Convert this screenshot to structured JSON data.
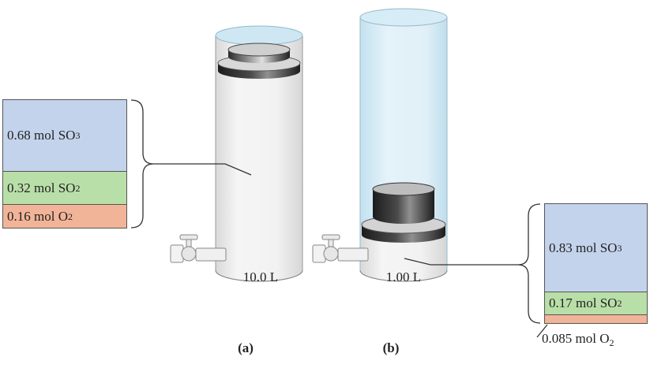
{
  "figure": {
    "a": {
      "caption": "(a)",
      "volume": "10.0 L",
      "mixture": [
        {
          "species": "SO3",
          "text": "0.68 mol SO",
          "subscript": "3"
        },
        {
          "species": "SO2",
          "text": "0.32 mol SO",
          "subscript": "2"
        },
        {
          "species": "O2",
          "text": "0.16 mol O",
          "subscript": "2"
        }
      ]
    },
    "b": {
      "caption": "(b)",
      "volume": "1.00 L",
      "mixture": [
        {
          "species": "SO3",
          "text": "0.83 mol SO",
          "subscript": "3"
        },
        {
          "species": "SO2",
          "text": "0.17 mol SO",
          "subscript": "2"
        },
        {
          "species": "O2",
          "text": "0.085 mol O",
          "subscript": "2"
        }
      ]
    }
  },
  "colors": {
    "so3": "#c4d3ec",
    "so2": "#b9dfa8",
    "o2": "#f2b498",
    "gas_tint": "#cfe7f3",
    "piston_dark": "#3a3a3a"
  }
}
